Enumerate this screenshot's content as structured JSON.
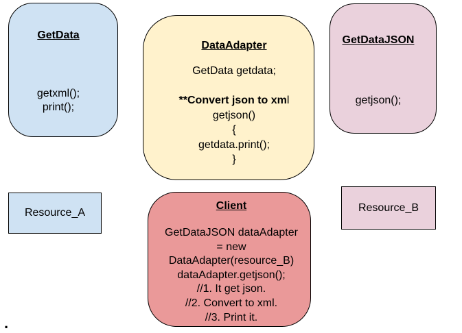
{
  "colors": {
    "background": "#ffffff",
    "border": "#000000",
    "blue_fill": "#cfe2f3",
    "yellow_fill": "#fff2cc",
    "pink_fill": "#ead1dc",
    "red_fill": "#ea9999"
  },
  "boxes": {
    "getdata": {
      "title": "GetData",
      "lines": [
        "getxml();",
        "print();"
      ],
      "fill": "#cfe2f3"
    },
    "dataadapter": {
      "title": "DataAdapter",
      "lines": [
        "GetData getdata;",
        ""
      ],
      "convert_bold": "**Convert json to xm",
      "convert_tail": "l",
      "lines_after": [
        "getjson()",
        "{",
        "getdata.print();",
        "}"
      ],
      "fill": "#fff2cc"
    },
    "getdatajson": {
      "title": "GetDataJSON",
      "lines": [
        "getjson();"
      ],
      "fill": "#ead1dc"
    },
    "client": {
      "title": "Client",
      "lines": [
        "GetDataJSON dataAdapter",
        "= new",
        "DataAdapter(resource_B)",
        "dataAdapter.getjson();",
        "//1. It get json.",
        "//2. Convert to xml.",
        "//3. Print it."
      ],
      "fill": "#ea9999"
    },
    "resource_a": {
      "label": "Resource_A",
      "fill": "#cfe2f3"
    },
    "resource_b": {
      "label": "Resource_B",
      "fill": "#ead1dc"
    }
  },
  "stray_dot": "."
}
